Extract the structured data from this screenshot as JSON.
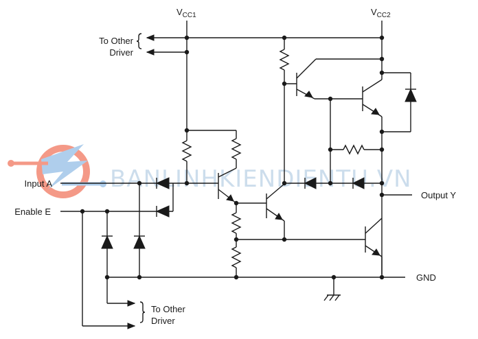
{
  "labels": {
    "vcc1_main": "V",
    "vcc1_sub": "CC1",
    "vcc2_main": "V",
    "vcc2_sub": "CC2",
    "to_other_top_1": "To Other",
    "to_other_top_2": "Driver",
    "input_a": "Input A",
    "enable_e": "Enable E",
    "output_y": "Output Y",
    "gnd": "GND",
    "to_other_bottom_1": "To Other",
    "to_other_bottom_2": "Driver"
  },
  "watermark": {
    "text": "BANLINHKIENDIENTU.VN"
  },
  "colors": {
    "wire": "#1a1a1a",
    "watermark_text": "#bcd2e6",
    "logo_red": "#f2806a",
    "logo_blue": "#9cc3e8"
  }
}
